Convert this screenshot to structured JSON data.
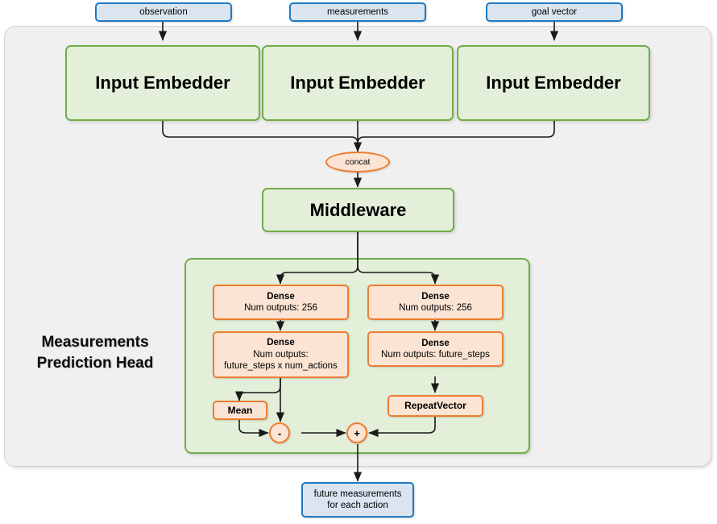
{
  "diagram": {
    "title": "Measurements Prediction Head",
    "inputs": [
      {
        "label": "observation"
      },
      {
        "label": "measurements"
      },
      {
        "label": "goal vector"
      }
    ],
    "embedders": [
      {
        "label": "Input Embedder"
      },
      {
        "label": "Input Embedder"
      },
      {
        "label": "Input Embedder"
      }
    ],
    "concat": {
      "label": "concat"
    },
    "middleware": {
      "label": "Middleware"
    },
    "head": {
      "title_line1": "Measurements",
      "title_line2": "Prediction Head",
      "left_branch": {
        "dense1": {
          "title": "Dense",
          "sub": "Num outputs: 256"
        },
        "dense2": {
          "title": "Dense",
          "sub1": "Num outputs:",
          "sub2": "future_steps x num_actions"
        },
        "mean": {
          "label": "Mean"
        }
      },
      "right_branch": {
        "dense1": {
          "title": "Dense",
          "sub": "Num outputs: 256"
        },
        "dense2": {
          "title": "Dense",
          "sub": "Num outputs: future_steps"
        },
        "repeat_vector": {
          "label": "RepeatVector"
        }
      },
      "ops": {
        "subtract": {
          "label": "-"
        },
        "add": {
          "label": "+"
        }
      }
    },
    "output": {
      "line1": "future measurements",
      "line2": "for each action"
    },
    "colors": {
      "io_fill": "#dbe5f1",
      "io_border": "#1f7ac4",
      "module_fill": "#e3efd9",
      "module_border": "#70ad47",
      "layer_fill": "#fce4d4",
      "layer_border": "#ed7d31",
      "panel_fill": "#f0f0f0",
      "panel_border": "#d2d2d2",
      "wire": "#222222"
    }
  }
}
